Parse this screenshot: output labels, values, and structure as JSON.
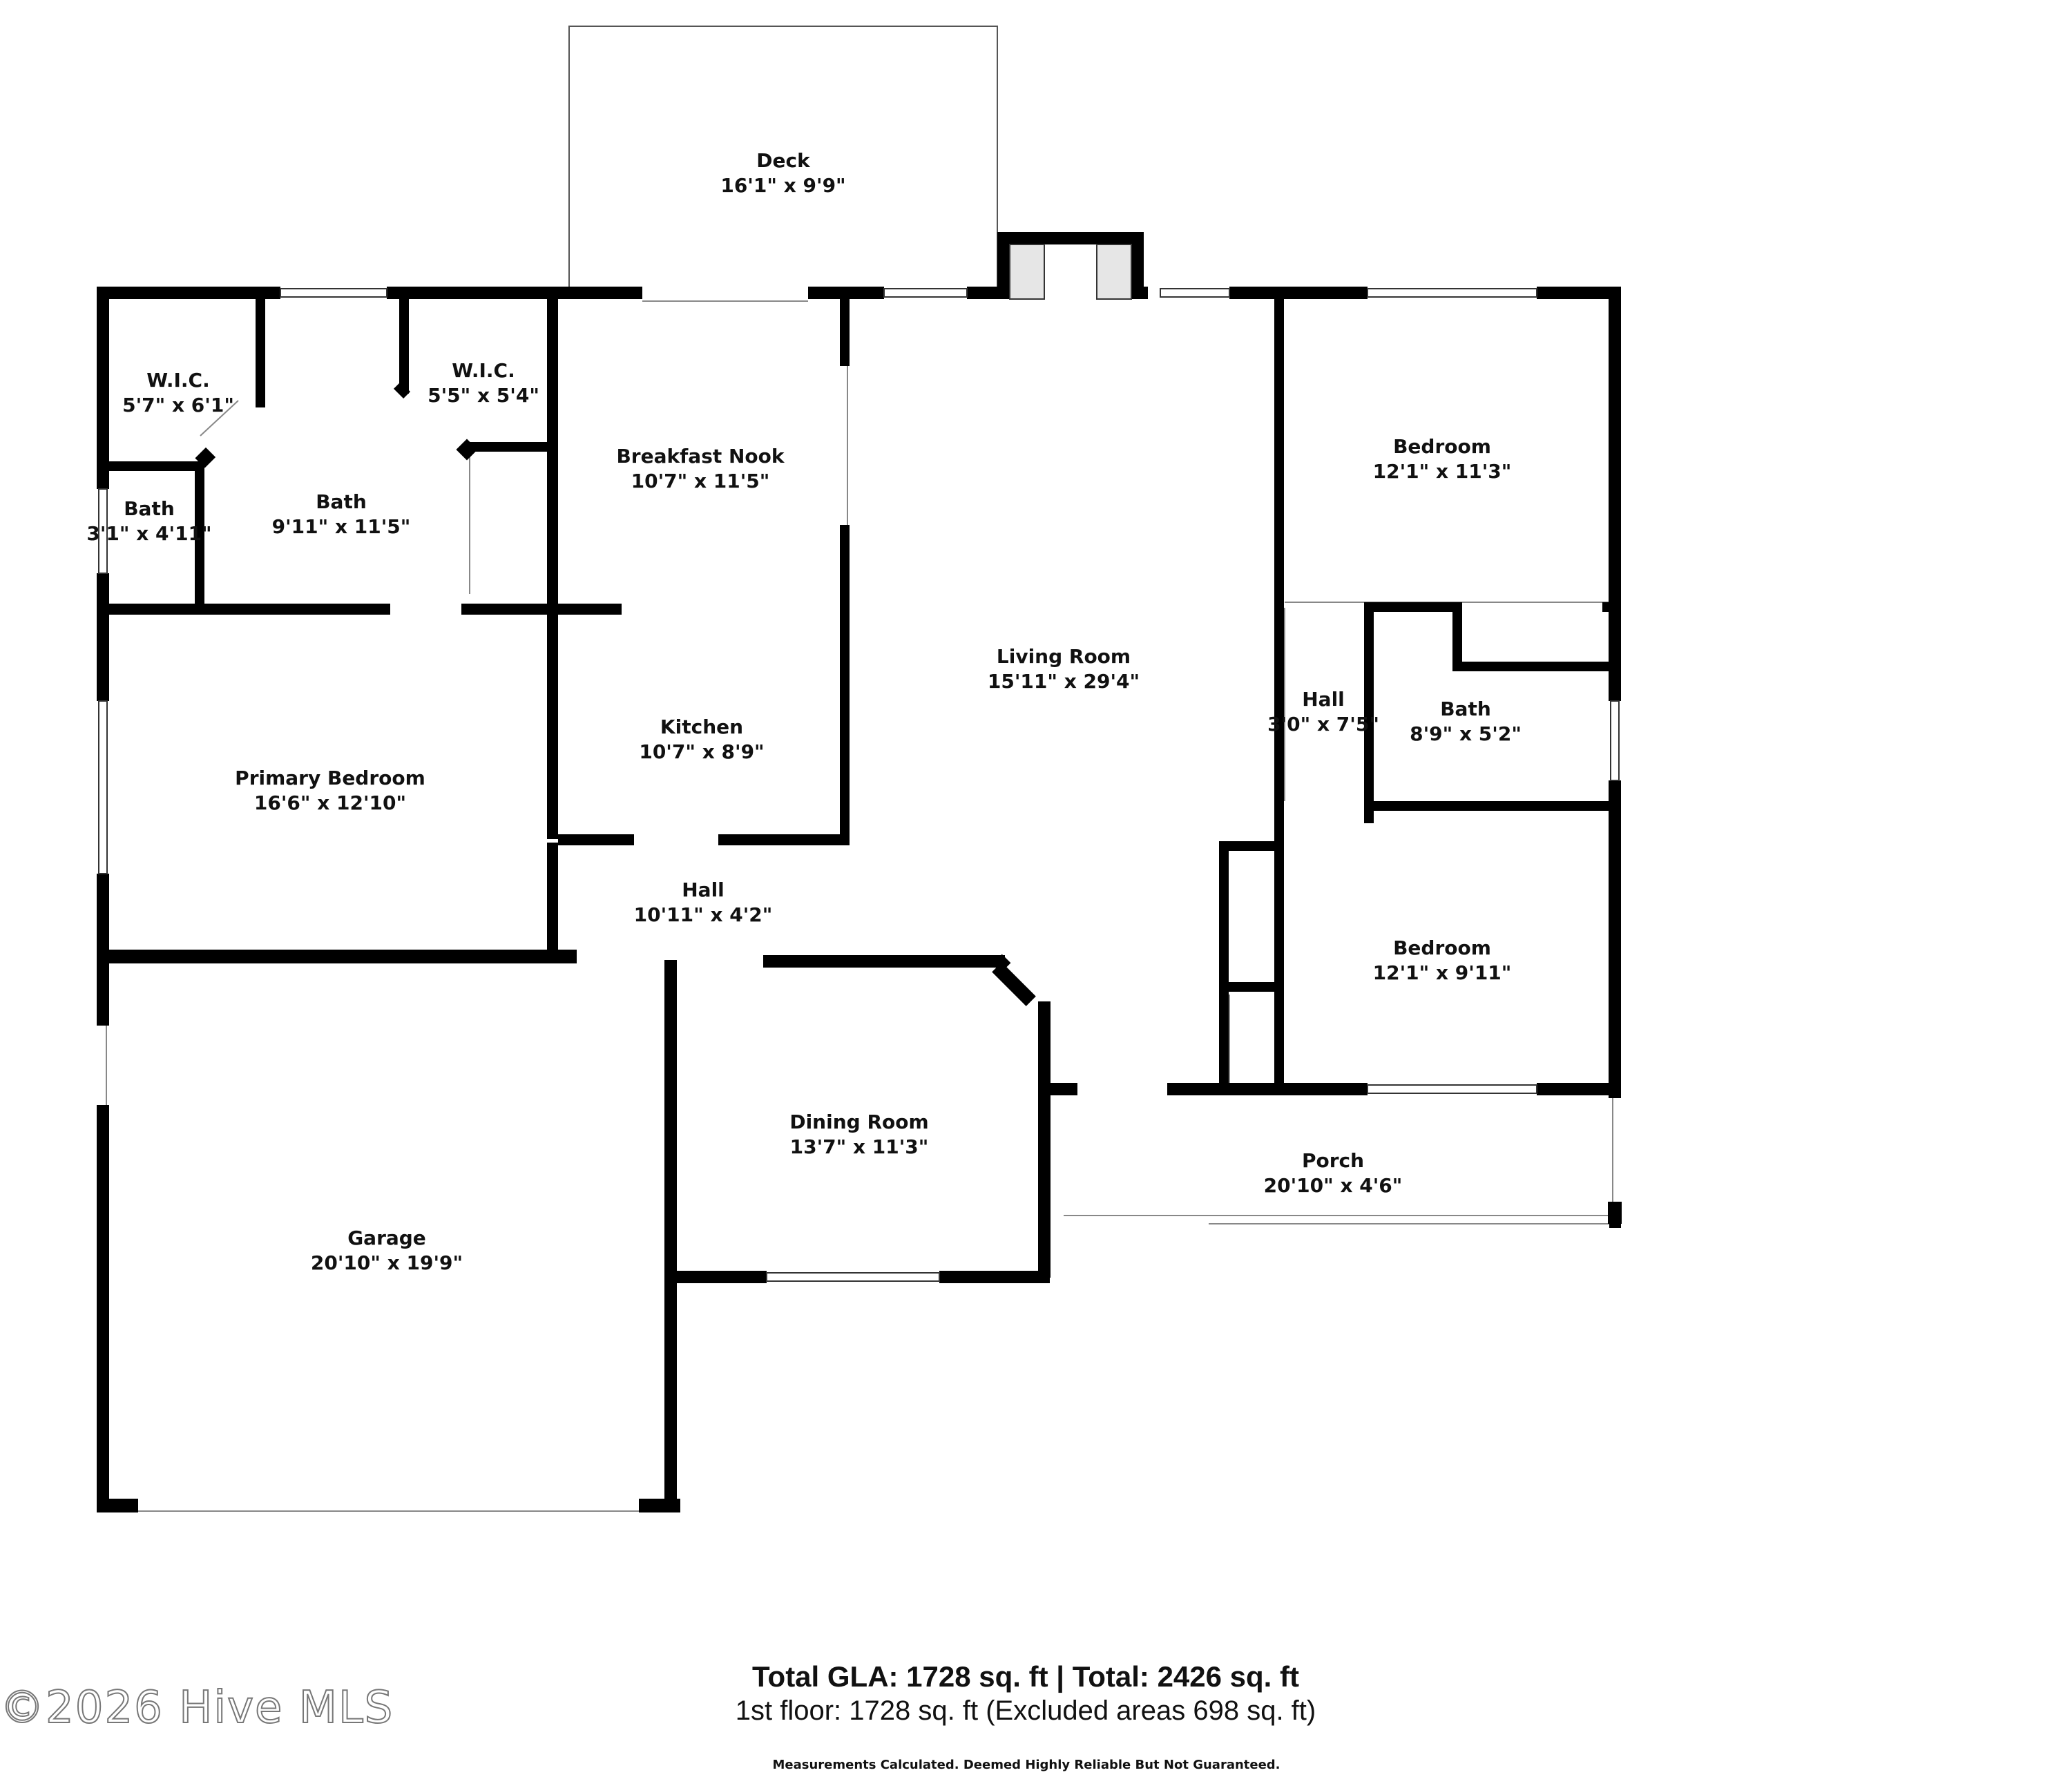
{
  "rooms": [
    {
      "id": "deck",
      "name": "Deck",
      "dims": "16'1\" x 9'9\""
    },
    {
      "id": "wic1",
      "name": "W.I.C.",
      "dims": "5'7\" x 6'1\""
    },
    {
      "id": "wic2",
      "name": "W.I.C.",
      "dims": "5'5\" x 5'4\""
    },
    {
      "id": "bath-small",
      "name": "Bath",
      "dims": "3'1\" x 4'11\""
    },
    {
      "id": "bath-primary",
      "name": "Bath",
      "dims": "9'11\" x 11'5\""
    },
    {
      "id": "breakfast-nook",
      "name": "Breakfast Nook",
      "dims": "10'7\" x 11'5\""
    },
    {
      "id": "bedroom-1",
      "name": "Bedroom",
      "dims": "12'1\" x 11'3\""
    },
    {
      "id": "living-room",
      "name": "Living Room",
      "dims": "15'11\" x 29'4\""
    },
    {
      "id": "hall-east",
      "name": "Hall",
      "dims": "3'0\" x 7'5\""
    },
    {
      "id": "bath-east",
      "name": "Bath",
      "dims": "8'9\" x 5'2\""
    },
    {
      "id": "kitchen",
      "name": "Kitchen",
      "dims": "10'7\" x 8'9\""
    },
    {
      "id": "primary-bedroom",
      "name": "Primary Bedroom",
      "dims": "16'6\" x 12'10\""
    },
    {
      "id": "hall-center",
      "name": "Hall",
      "dims": "10'11\" x 4'2\""
    },
    {
      "id": "bedroom-2",
      "name": "Bedroom",
      "dims": "12'1\" x 9'11\""
    },
    {
      "id": "dining-room",
      "name": "Dining Room",
      "dims": "13'7\" x 11'3\""
    },
    {
      "id": "porch",
      "name": "Porch",
      "dims": "20'10\" x 4'6\""
    },
    {
      "id": "garage",
      "name": "Garage",
      "dims": "20'10\" x 19'9\""
    }
  ],
  "footer": {
    "total": "Total GLA: 1728 sq. ft | Total: 2426 sq. ft",
    "floor": "1st floor: 1728 sq. ft (Excluded areas 698 sq. ft)",
    "note": "Measurements Calculated. Deemed Highly Reliable But Not Guaranteed."
  },
  "watermark": "©2026 Hive MLS",
  "colors": {
    "wall": "#000000",
    "window": "#ffffff",
    "text": "#111111"
  }
}
